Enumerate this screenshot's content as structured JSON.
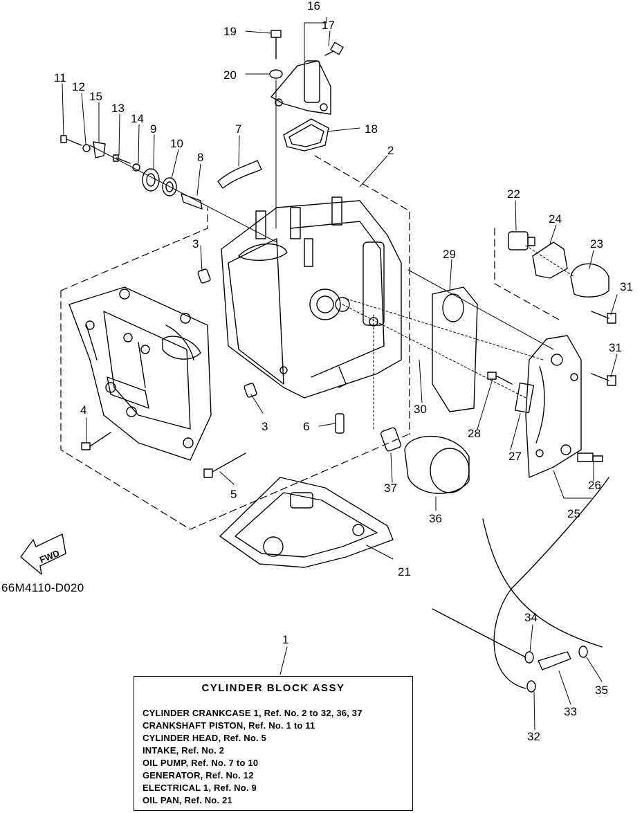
{
  "drawing_code": "66M4110-D020",
  "fwd_label": "FWD",
  "callouts": [
    "1",
    "2",
    "3",
    "3",
    "4",
    "5",
    "6",
    "7",
    "8",
    "9",
    "10",
    "11",
    "12",
    "13",
    "14",
    "15",
    "16",
    "17",
    "18",
    "19",
    "20",
    "21",
    "22",
    "23",
    "24",
    "25",
    "26",
    "27",
    "28",
    "29",
    "30",
    "31",
    "31",
    "32",
    "33",
    "34",
    "35",
    "36",
    "37"
  ],
  "assy": {
    "title": "CYLINDER  BLOCK ASSY",
    "lines": [
      "CYLINDER CRANKCASE 1,  Ref. No. 2 to 32, 36, 37",
      "CRANKSHAFT PISTON,  Ref. No. 1 to 11",
      "CYLINDER HEAD,  Ref. No. 5",
      "INTAKE,  Ref. No. 2",
      "OIL PUMP,  Ref. No. 7 to 10",
      "GENERATOR,  Ref. No. 12",
      "ELECTRICAL 1,  Ref. No. 9",
      "OIL PAN,  Ref. No. 21"
    ]
  },
  "colors": {
    "ink": "#000000",
    "paper": "#ffffff"
  }
}
